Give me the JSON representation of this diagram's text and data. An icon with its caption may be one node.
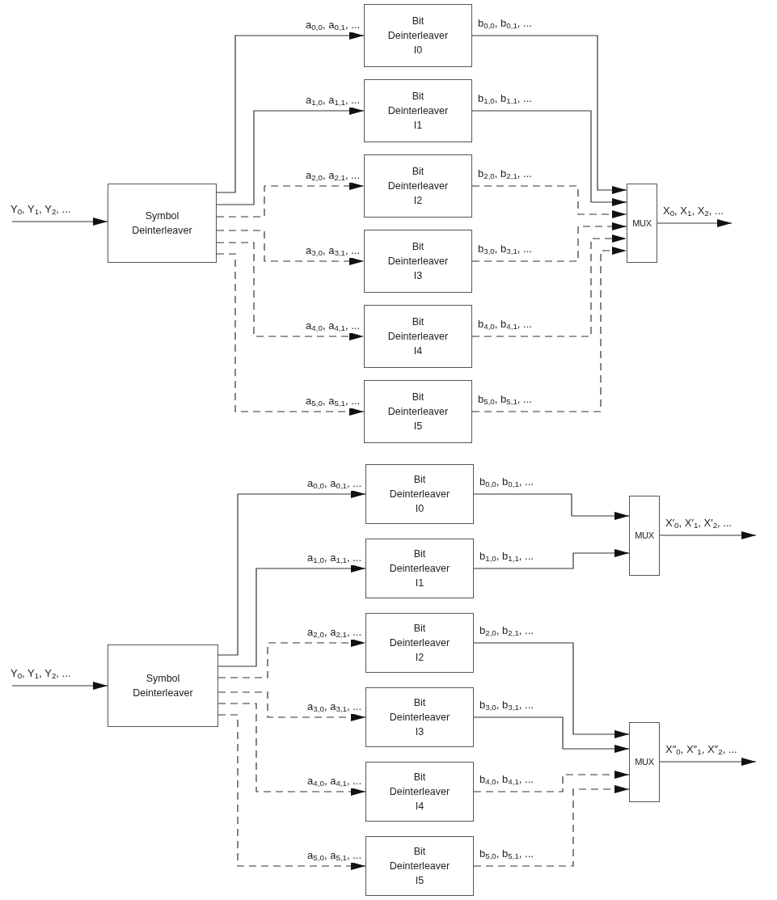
{
  "diagram": {
    "nodes": [
      {
        "text": [
          "Symbol Deinterleaver"
        ]
      },
      {
        "text": [
          "Bit Deinterleaver I0"
        ]
      },
      {
        "text": [
          "Bit Deinterleaver I1"
        ]
      },
      {
        "text": [
          "Bit Deinterleaver I2"
        ]
      },
      {
        "text": [
          "Bit Deinterleaver I3"
        ]
      },
      {
        "text": [
          "Bit Deinterleaver I4"
        ]
      },
      {
        "text": [
          "Bit Deinterleaver I5"
        ]
      },
      {
        "text": [
          "MUX"
        ]
      },
      {
        "text": [
          "Symbol Deinterleaver"
        ]
      },
      {
        "text": [
          "Bit Deinterleaver I0"
        ]
      },
      {
        "text": [
          "Bit Deinterleaver I1"
        ]
      },
      {
        "text": [
          "Bit Deinterleaver I2"
        ]
      },
      {
        "text": [
          "Bit Deinterleaver I3"
        ]
      },
      {
        "text": [
          "Bit Deinterleaver I4"
        ]
      },
      {
        "text": [
          "Bit Deinterleaver I5"
        ]
      },
      {
        "text": [
          "MUX"
        ]
      },
      {
        "text": [
          "MUX"
        ]
      }
    ],
    "edges": [
      {
        "from": null,
        "to": 0,
        "arrow": "to",
        "label": "Y$_{0}$, Y$_{1}$, Y$_{2}$, ..."
      },
      {
        "from": 0,
        "to": 1,
        "arrow": "to",
        "label": "a$_{0,0}$, a$_{0,1}$, ..."
      },
      {
        "from": 0,
        "to": 2,
        "arrow": "to",
        "label": "a$_{1,0}$, a$_{1,1}$, ..."
      },
      {
        "from": 0,
        "to": 3,
        "arrow": "to",
        "label": "a$_{2,0}$, a$_{2,1}$, ...",
        "style": "dashed"
      },
      {
        "from": 0,
        "to": 4,
        "arrow": "to",
        "label": "a$_{3,0}$, a$_{3,1}$, ...",
        "style": "dashed"
      },
      {
        "from": 0,
        "to": 5,
        "arrow": "to",
        "label": "a$_{4,0}$, a$_{4,1}$, ...",
        "style": "dashed"
      },
      {
        "from": 0,
        "to": 6,
        "arrow": "to",
        "label": "a$_{5,0}$, a$_{5,1}$, ...",
        "style": "dashed"
      },
      {
        "from": 1,
        "to": 7,
        "arrow": "to",
        "label": "b$_{0,0}$, b$_{0,1}$, ..."
      },
      {
        "from": 2,
        "to": 7,
        "arrow": "to",
        "label": "b$_{1,0}$, b$_{1,1}$, ..."
      },
      {
        "from": 3,
        "to": 7,
        "arrow": "to",
        "label": "b$_{2,0}$, b$_{2,1}$, ...",
        "style": "dashed"
      },
      {
        "from": 4,
        "to": 7,
        "arrow": "to",
        "label": "b$_{3,0}$, b$_{3,1}$, ...",
        "style": "dashed"
      },
      {
        "from": 5,
        "to": 7,
        "arrow": "to",
        "label": "b$_{4,0}$, b$_{4,1}$, ...",
        "style": "dashed"
      },
      {
        "from": 6,
        "to": 7,
        "arrow": "to",
        "label": "b$_{5,0}$, b$_{5,1}$, ...",
        "style": "dashed"
      },
      {
        "from": 7,
        "to": null,
        "arrow": "to",
        "label": "X$_{0}$, X$_{1}$, X$_{2}$, ..."
      },
      {
        "from": null,
        "to": 8,
        "arrow": "to",
        "label": "Y$_{0}$, Y$_{1}$, Y$_{2}$, ..."
      },
      {
        "from": 8,
        "to": 9,
        "arrow": "to",
        "label": "a$_{0,0}$, a$_{0,1}$, ..."
      },
      {
        "from": 8,
        "to": 10,
        "arrow": "to",
        "label": "a$_{1,0}$, a$_{1,1}$, ..."
      },
      {
        "from": 8,
        "to": 11,
        "arrow": "to",
        "label": "a$_{2,0}$, a$_{2,1}$, ...",
        "style": "dashed"
      },
      {
        "from": 8,
        "to": 12,
        "arrow": "to",
        "label": "a$_{3,0}$, a$_{3,1}$, ...",
        "style": "dashed"
      },
      {
        "from": 8,
        "to": 13,
        "arrow": "to",
        "label": "a$_{4,0}$, a$_{4,1}$, ...",
        "style": "dashed"
      },
      {
        "from": 8,
        "to": 14,
        "arrow": "to",
        "label": "a$_{5,0}$, a$_{5,1}$, ...",
        "style": "dashed"
      },
      {
        "from": 9,
        "to": 15,
        "arrow": "to",
        "label": "b$_{0,0}$, b$_{0,1}$, ..."
      },
      {
        "from": 10,
        "to": 15,
        "arrow": "to",
        "label": "b$_{1,0}$, b$_{1,1}$, ..."
      },
      {
        "from": 11,
        "to": 16,
        "arrow": "to",
        "label": "b$_{2,0}$, b$_{2,1}$, ..."
      },
      {
        "from": 12,
        "to": 16,
        "arrow": "to",
        "label": "b$_{3,0}$, b$_{3,1}$, ..."
      },
      {
        "from": 13,
        "to": 16,
        "arrow": "to",
        "label": "b$_{4,0}$, b$_{4,1}$, ...",
        "style": "dashed"
      },
      {
        "from": 14,
        "to": 16,
        "arrow": "to",
        "label": "b$_{5,0}$, b$_{5,1}$, ...",
        "style": "dashed"
      },
      {
        "from": 15,
        "to": null,
        "arrow": "to",
        "label": "X′$_{0}$, X′$_{1}$, X′$_{2}$, ..."
      },
      {
        "from": 16,
        "to": null,
        "arrow": "to",
        "label": "X″$_{0}$, X″$_{1}$, X″$_{2}$, ..."
      }
    ]
  }
}
